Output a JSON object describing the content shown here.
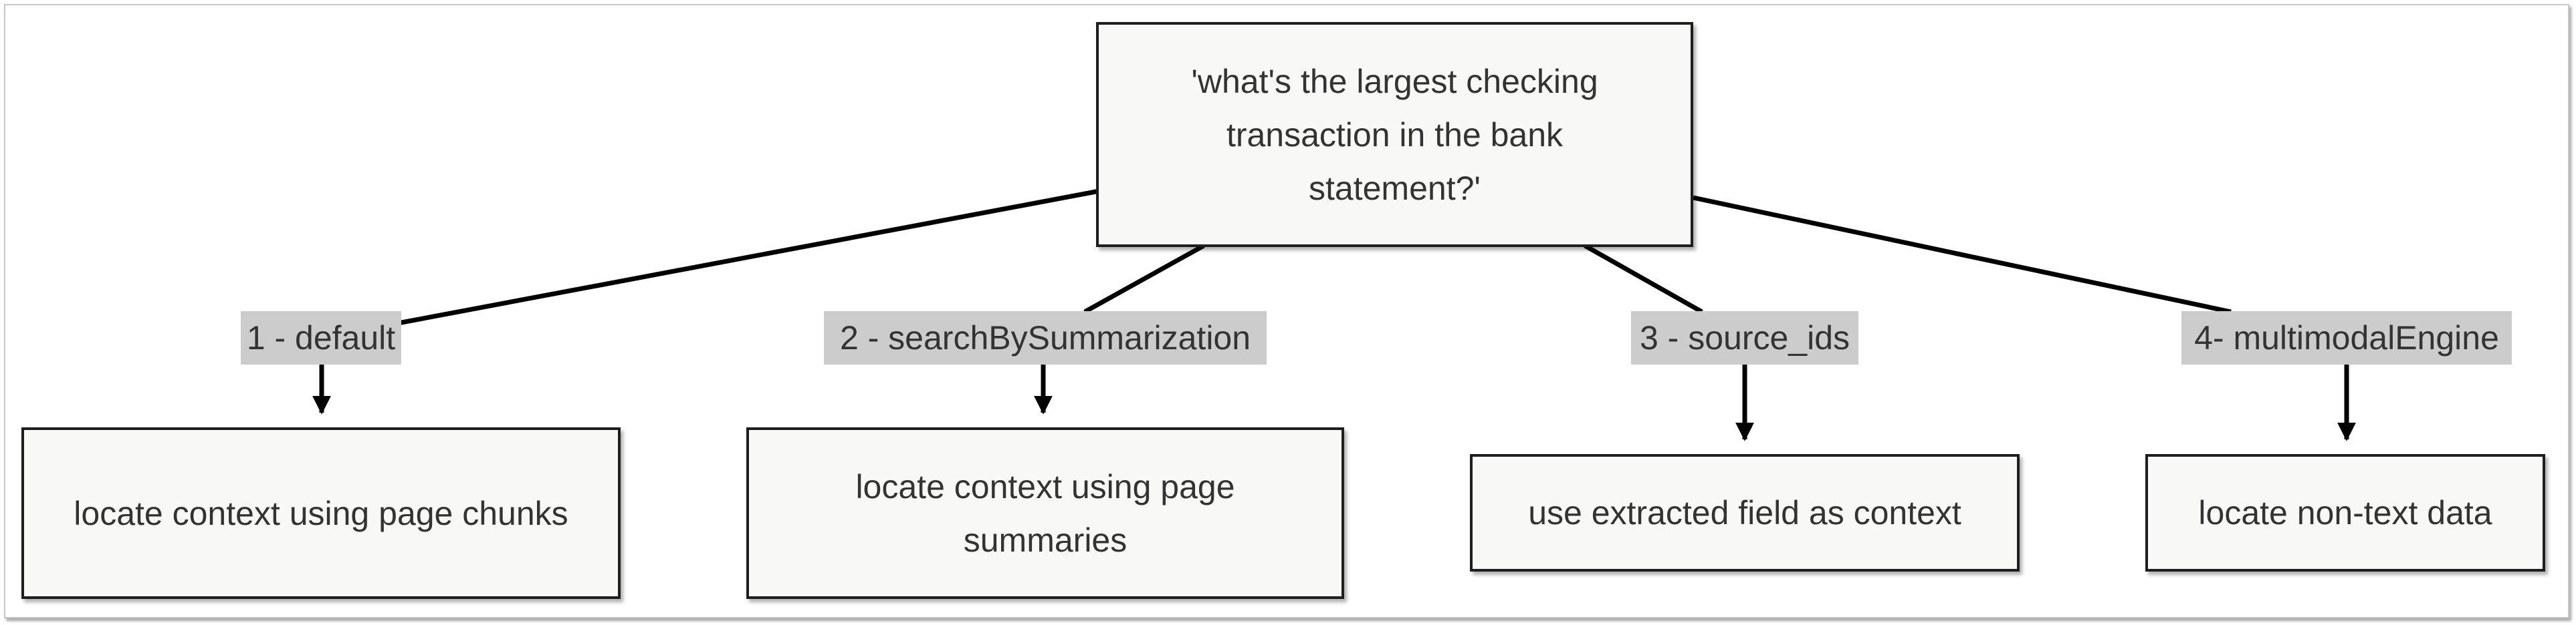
{
  "root": {
    "text": "'what's the largest checking transaction in the bank statement?'"
  },
  "branches": [
    {
      "label": "1 - default",
      "result": "locate context using page chunks"
    },
    {
      "label": "2 - searchBySummarization",
      "result": "locate context using page summaries"
    },
    {
      "label": "3 - source_ids",
      "result": "use extracted field as context"
    },
    {
      "label": "4- multimodalEngine",
      "result": "locate non-text data"
    }
  ],
  "colors": {
    "box_border": "#1e1e1e",
    "box_fill": "#f8f8f6",
    "label_fill": "#cccccc",
    "text": "#333333",
    "edge": "#000000"
  }
}
